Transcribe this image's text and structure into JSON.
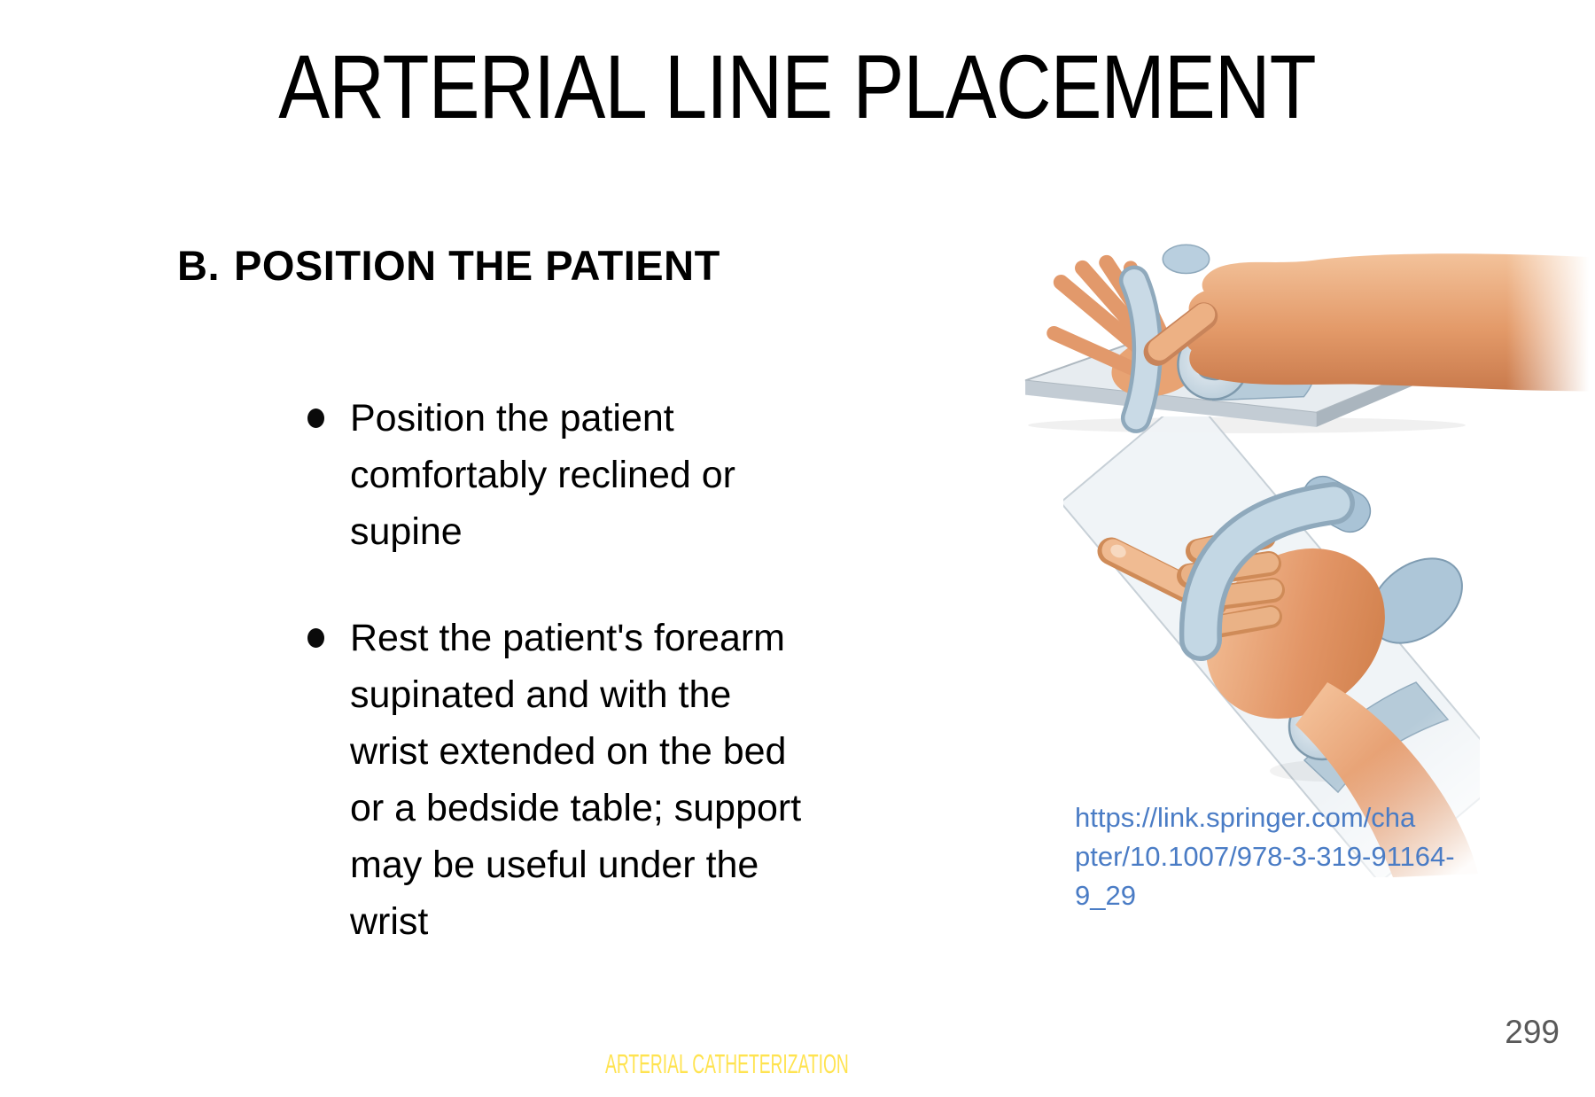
{
  "slide": {
    "title": "ARTERIAL LINE PLACEMENT",
    "section": {
      "index": "B.",
      "label": "POSITION THE PATIENT"
    },
    "bullets": [
      {
        "lines": [
          "Position the patient",
          "comfortably reclined or",
          "supine"
        ]
      },
      {
        "lines": [
          "Rest the patient's forearm",
          "supinated and with the",
          "wrist extended on the bed",
          "or a bedside table; support",
          "may be useful under the",
          "wrist"
        ]
      }
    ],
    "figures": {
      "top_alt": "Illustration: clinician hand holding patient hand flat on arm board with wrist strap and rolled towel",
      "bottom_alt": "Illustration: supinated hand strapped to arm board with rolled towel under the extended wrist"
    },
    "link": {
      "lines": [
        "https://link.springer.com/cha",
        "pter/10.1007/978-3-319-91164-",
        "9_29"
      ],
      "url": "https://link.springer.com/chapter/10.1007/978-3-319-91164-9_29"
    },
    "footer": "ARTERIAL CATHETERIZATION",
    "page_number": "299"
  },
  "colors": {
    "link_blue": "#4a7cc5",
    "footer_yellow": "#ffe34f",
    "page_gray": "#595959"
  }
}
